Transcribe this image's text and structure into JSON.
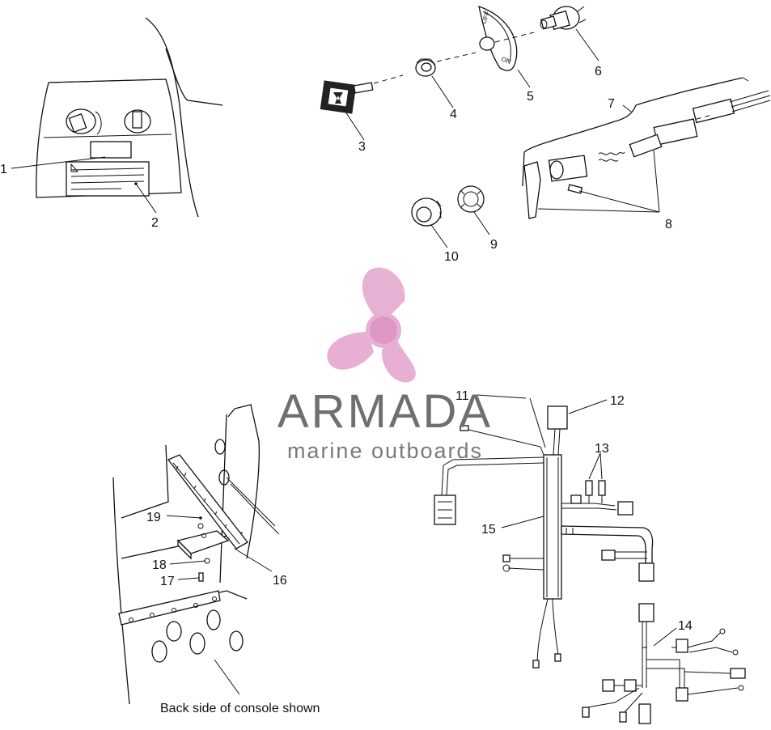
{
  "watermark": {
    "brand": "ARMADA",
    "tagline": "marine outboards",
    "logo_color": "#e3a3cc"
  },
  "callouts": [
    "1",
    "2",
    "3",
    "4",
    "5",
    "6",
    "7",
    "8",
    "9",
    "10",
    "11",
    "12",
    "13",
    "14",
    "15",
    "16",
    "17",
    "18",
    "19"
  ],
  "switch_plate": {
    "off_text": "OFF",
    "on_text": "ON"
  },
  "caption": "Back side of console shown"
}
